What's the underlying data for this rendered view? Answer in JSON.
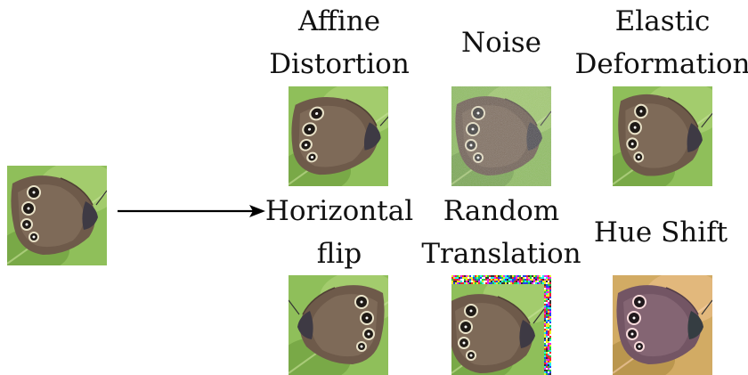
{
  "source": {
    "icon": "butterfly-image"
  },
  "arrow": {
    "icon": "right-arrow-icon"
  },
  "augmentations": [
    {
      "line1": "Affine",
      "line2": "Distortion",
      "icon": "butterfly-image",
      "variant": "affine"
    },
    {
      "line1": "Noise",
      "line2": "",
      "icon": "butterfly-image",
      "variant": "noise"
    },
    {
      "line1": "Elastic",
      "line2": "Deformation",
      "icon": "butterfly-image",
      "variant": "elastic"
    },
    {
      "line1": "Horizontal",
      "line2": "flip",
      "icon": "butterfly-image",
      "variant": "flip"
    },
    {
      "line1": "Random",
      "line2": "Translation",
      "icon": "butterfly-image",
      "variant": "translation"
    },
    {
      "line1": "Hue Shift",
      "line2": "",
      "icon": "butterfly-image",
      "variant": "hue"
    }
  ]
}
